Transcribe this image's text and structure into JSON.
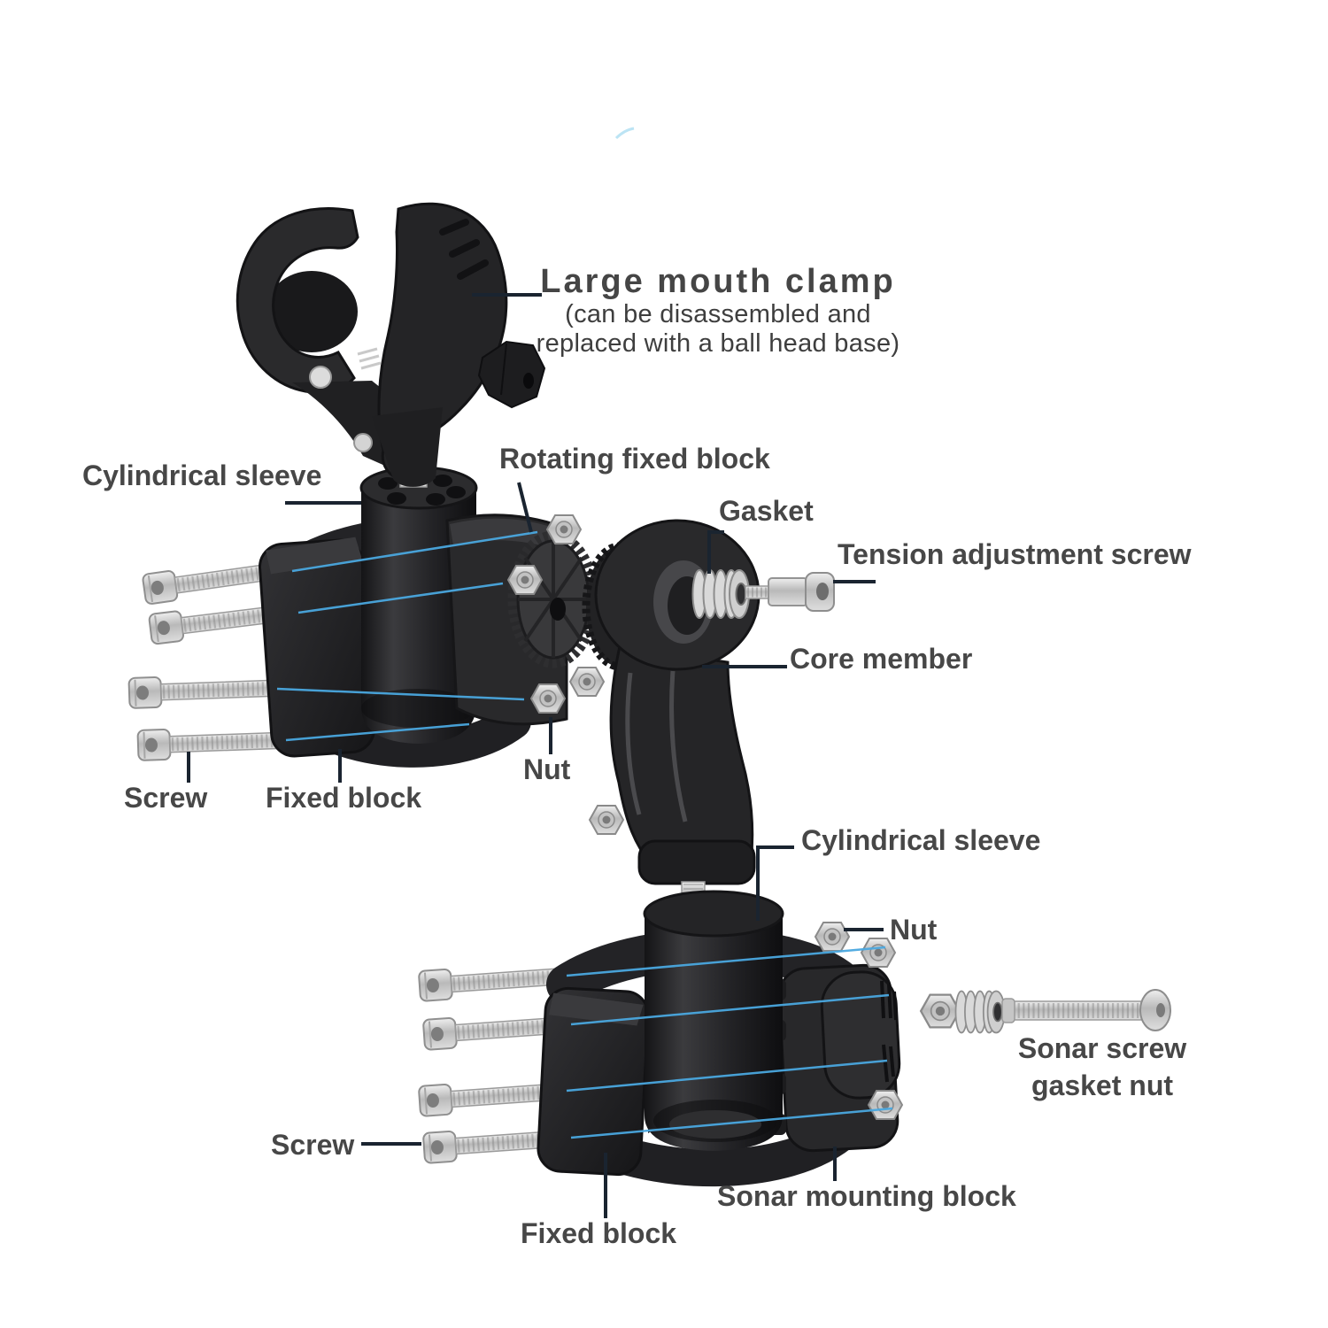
{
  "image_type": "exploded parts diagram of a sonar / fish-finder handlebar mount",
  "labels": {
    "large_mouth_clamp": "Large mouth clamp",
    "large_mouth_clamp_note_1": "(can be disassembled and",
    "large_mouth_clamp_note_2": "replaced with a ball head base)",
    "cylindrical_sleeve_upper": "Cylindrical sleeve",
    "rotating_fixed_block": "Rotating fixed block",
    "gasket": "Gasket",
    "tension_adjustment_screw": "Tension adjustment screw",
    "core_member": "Core member",
    "screw_upper": "Screw",
    "fixed_block_upper": "Fixed block",
    "nut_upper": "Nut",
    "cylindrical_sleeve_lower": "Cylindrical sleeve",
    "nut_lower": "Nut",
    "sonar_screw_gasket_nut_1": "Sonar screw",
    "sonar_screw_gasket_nut_2": "gasket nut",
    "screw_lower": "Screw",
    "fixed_block_lower": "Fixed block",
    "sonar_mounting_block": "Sonar mounting block"
  },
  "colors": {
    "background": "#ffffff",
    "label_text": "#474747",
    "leader_line": "#1a2430",
    "assembly_guide_line": "#4aa8e0",
    "part_dark": "#242426",
    "part_metal": "#cfcfcf"
  },
  "parts": [
    "large-mouth-clamp",
    "upper-cylindrical-sleeve",
    "upper-fixed-block",
    "rotating-fixed-block-with-gear",
    "upper-screws-x4",
    "upper-nuts",
    "core-member",
    "gasket-washer-stack",
    "tension-adjustment-screw",
    "lower-cylindrical-sleeve",
    "lower-fixed-block",
    "sonar-mounting-block",
    "lower-screws-x4",
    "lower-nuts",
    "sonar-screw-gasket-nut-hardware"
  ]
}
